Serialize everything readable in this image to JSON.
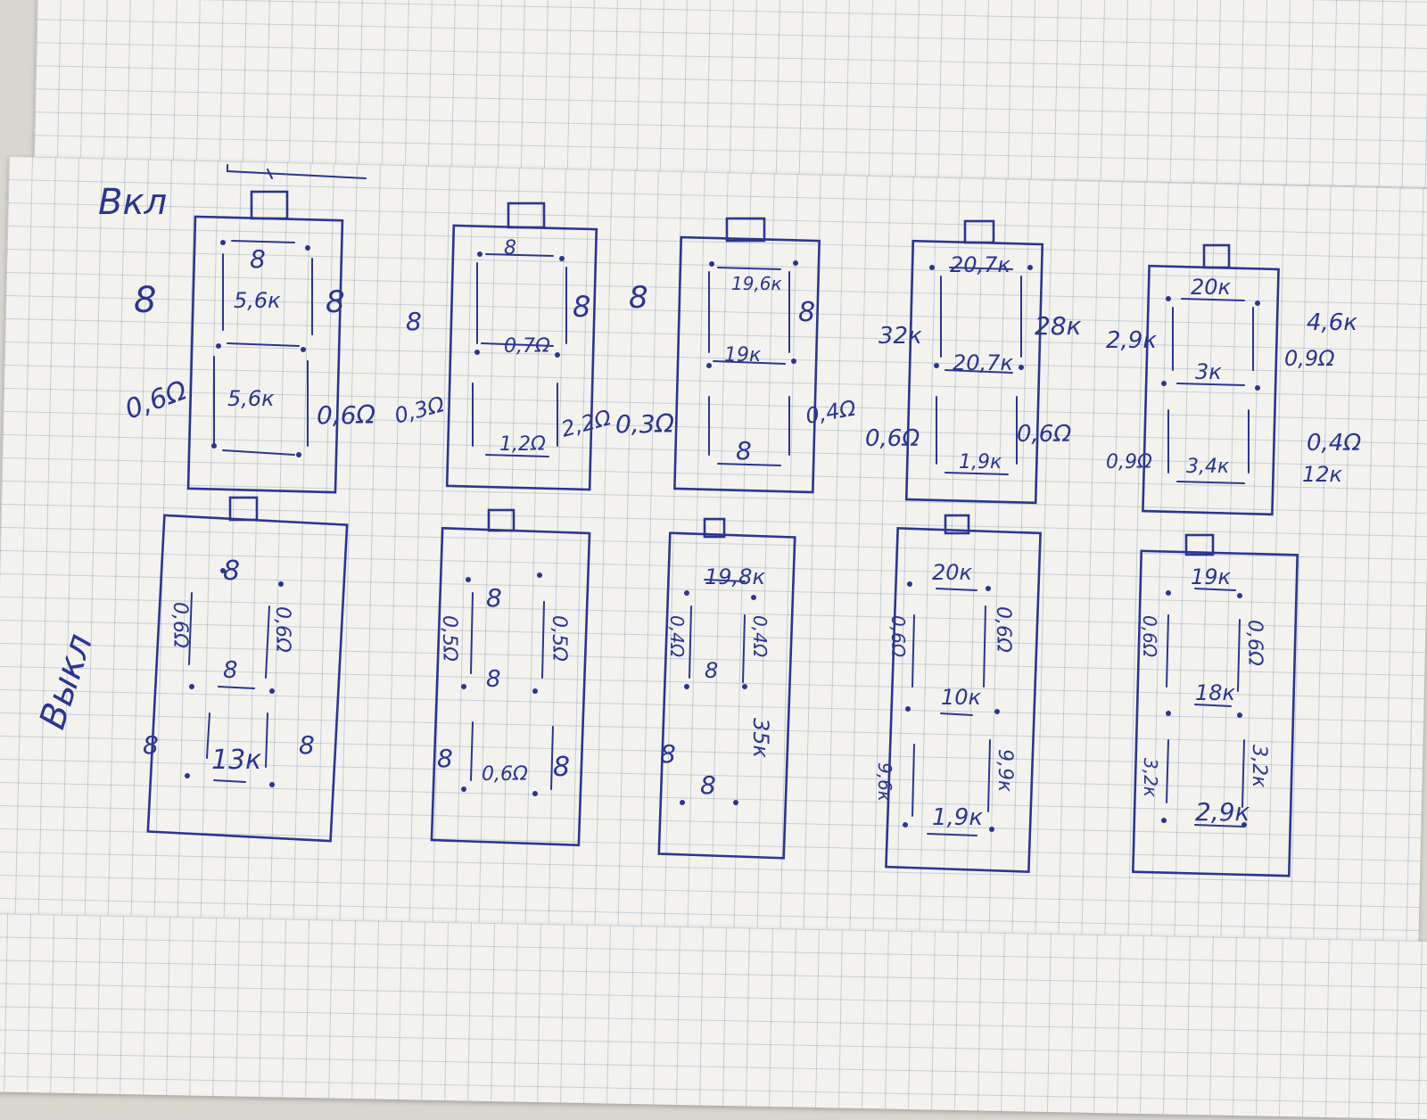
{
  "rows": {
    "on_label": "Вкл",
    "off_label": "Выкл"
  },
  "on_row": [
    {
      "top": "8",
      "left_upper": "8",
      "right_upper": "8",
      "middle": "5,6к",
      "bottom_seg": "5,6к",
      "left_lower": "0,6Ω",
      "right_lower": "0,6Ω"
    },
    {
      "top": "8",
      "left_upper": "8",
      "right_upper": "8",
      "middle": "0,7Ω",
      "bottom_seg": "1,2Ω",
      "left_lower": "0,3Ω",
      "right_lower": "2,2Ω"
    },
    {
      "top": "19,6к",
      "left_upper": "8",
      "right_upper": "8",
      "middle": "19к",
      "bottom_seg": "8",
      "left_lower": "0,3Ω",
      "right_lower": "0,4Ω"
    },
    {
      "top": "20,7к",
      "left_upper": "32к",
      "right_upper": "28к",
      "middle": "20,7к",
      "bottom_seg": "1,9к",
      "left_lower": "0,6Ω",
      "right_lower": "0,6Ω"
    },
    {
      "top": "20к",
      "left_upper": "2,9к",
      "right_upper": "4,6к",
      "right_upper2": "0,9Ω",
      "middle": "3к",
      "bottom_seg": "3,4к",
      "left_lower": "0,9Ω",
      "right_lower": "0,4Ω",
      "right_lower2": "12к"
    }
  ],
  "off_row": [
    {
      "top": "8",
      "left_upper": "0,6Ω",
      "right_upper": "0,6Ω",
      "middle": "8",
      "left_lower": "8",
      "right_lower": "8",
      "bottom_seg": "13к"
    },
    {
      "top": "8",
      "left_upper": "0,5Ω",
      "right_upper": "0,5Ω",
      "middle": "8",
      "left_lower": "8",
      "right_lower": "8",
      "bottom_seg": "0,6Ω"
    },
    {
      "top": "19,8к",
      "left_upper": "0,4Ω",
      "right_upper": "0,4Ω",
      "middle": "8",
      "left_lower": "8",
      "right_lower": "35к",
      "bottom_seg": "8"
    },
    {
      "top": "20к",
      "left_upper": "0,6Ω",
      "right_upper": "0,6Ω",
      "middle": "10к",
      "left_lower": "9,6к",
      "right_lower": "9,9к",
      "bottom_seg": "1,9к"
    },
    {
      "top": "19к",
      "left_upper": "0,6Ω",
      "right_upper": "0,6Ω",
      "middle": "18к",
      "left_lower": "3,2к",
      "right_lower": "3,2к",
      "bottom_seg": "2,9к"
    }
  ]
}
